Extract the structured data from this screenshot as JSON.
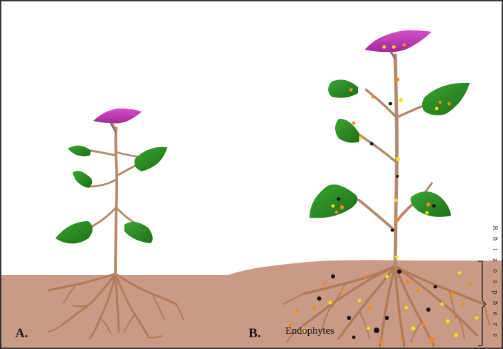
{
  "labels": {
    "panel_a": "A.",
    "panel_b": "B.",
    "endophytes": "Endophytes",
    "rhizosphere_letters": [
      "R",
      "h",
      "i",
      "z",
      "o",
      "s",
      "p",
      "h",
      "e",
      "r",
      "e"
    ]
  },
  "colors": {
    "soil": "#c99a85",
    "stem": "#b58a6c",
    "root": "#b27a5a",
    "leaf": "#2a8a23",
    "leaf_dark": "#1f5e18",
    "flower": "#c23cb8",
    "flower_light": "#e07ad8",
    "microbe_orange": "#f08a1c",
    "microbe_yellow": "#f2e21a",
    "microbe_black": "#111111",
    "frame": "#333333"
  }
}
